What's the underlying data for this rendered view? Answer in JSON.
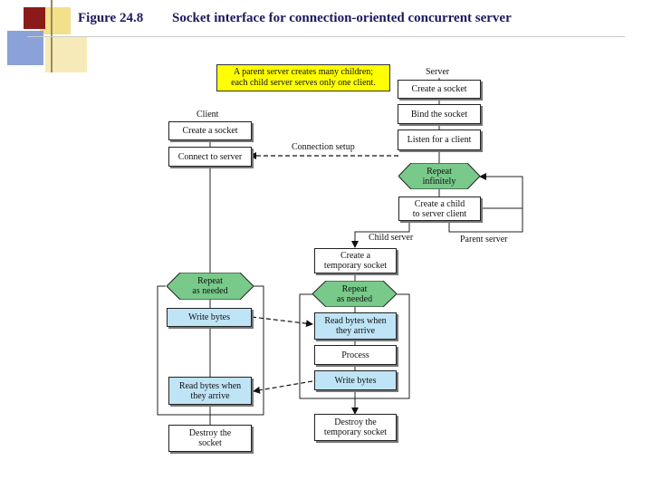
{
  "slide": {
    "figure_label": "Figure 24.8",
    "figure_title": "Socket interface for connection-oriented concurrent server"
  },
  "colors": {
    "accent_square": "#8b1a1a",
    "deco_yellow": "#f2e08a",
    "deco_blue": "#8aa2d8",
    "note_yellow": "#ffff00",
    "box_blue": "#bfe4f6",
    "hex_green": "#79c98a"
  },
  "diagram": {
    "note": "A parent server creates many children;\neach child server serves only one client.",
    "server_label": "Server",
    "client_label": "Client",
    "connection_setup": "Connection setup",
    "child_server": "Child server",
    "parent_server": "Parent server",
    "server": {
      "create_socket": "Create a socket",
      "bind": "Bind the socket",
      "listen": "Listen for a client",
      "repeat_infinitely": "Repeat\ninfinitely",
      "create_child": "Create a child\nto server client"
    },
    "client": {
      "create_socket": "Create a socket",
      "connect": "Connect to server",
      "repeat": "Repeat\nas needed",
      "write": "Write bytes",
      "read": "Read bytes when\nthey arrive",
      "destroy": "Destroy the\nsocket"
    },
    "child": {
      "create_temp": "Create a\ntemporary socket",
      "repeat": "Repeat\nas needed",
      "read": "Read bytes when\nthey arrive",
      "process": "Process",
      "write": "Write bytes",
      "destroy": "Destroy the\ntemporary socket"
    }
  }
}
